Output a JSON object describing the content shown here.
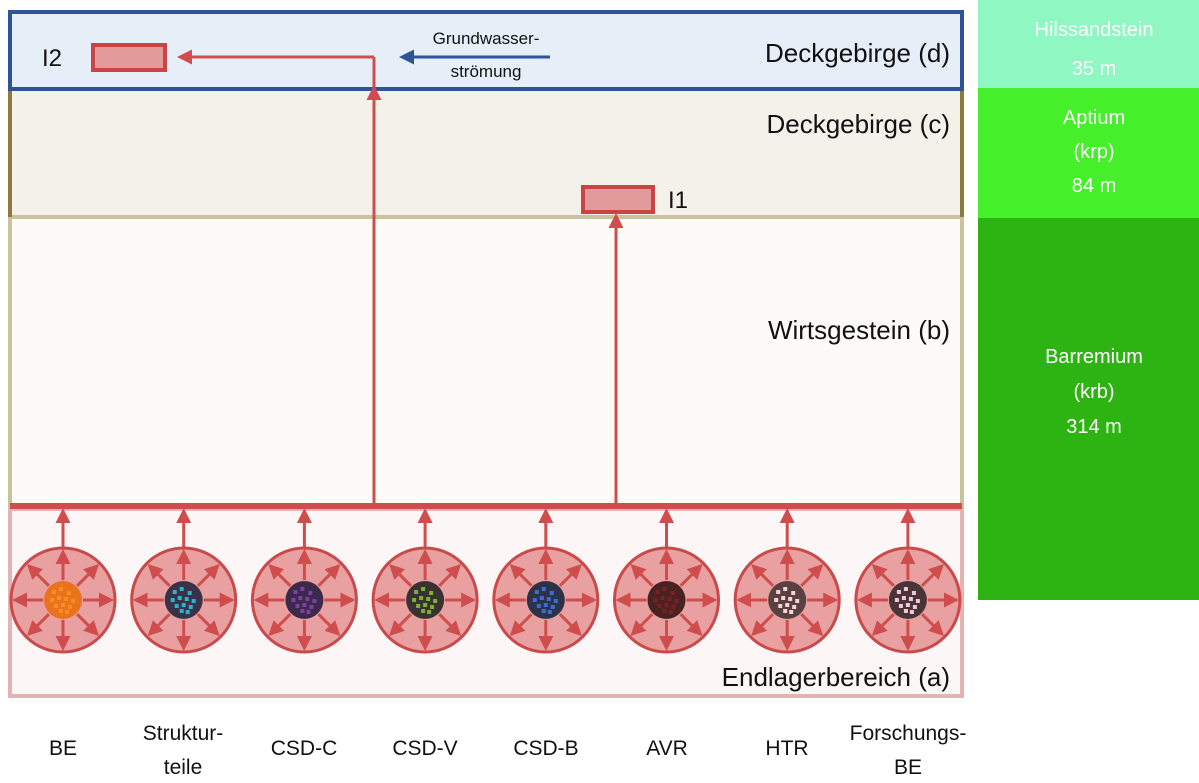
{
  "layers": {
    "d": "Deckgebirge (d)",
    "c": "Deckgebirge (c)",
    "b": "Wirtsgestein (b)",
    "a": "Endlagerbereich (a)"
  },
  "groundwater": {
    "line1": "Grundwasser-",
    "line2": "strömung"
  },
  "markers": {
    "i1": "I1",
    "i2": "I2"
  },
  "strata": [
    {
      "name": "Hilssandstein",
      "code": "",
      "thickness": "35 m",
      "color": "#8ef7c2"
    },
    {
      "name": "Aptium",
      "code": "(krp)",
      "thickness": "84 m",
      "color": "#45f02a"
    },
    {
      "name": "Barremium",
      "code": "(krb)",
      "thickness": "314 m",
      "color": "#2db312"
    }
  ],
  "containers": [
    {
      "line1": "BE",
      "line2": "",
      "core_color": "#e8731f",
      "dot_color": "#ff8c1a"
    },
    {
      "line1": "Struktur-",
      "line2": "teile",
      "core_color": "#3a3248",
      "dot_color": "#2bb3c9"
    },
    {
      "line1": "CSD-C",
      "line2": "",
      "core_color": "#3d2a4a",
      "dot_color": "#7a3fa8"
    },
    {
      "line1": "CSD-V",
      "line2": "",
      "core_color": "#3a3230",
      "dot_color": "#7ab035"
    },
    {
      "line1": "CSD-B",
      "line2": "",
      "core_color": "#2c3348",
      "dot_color": "#3a6ed4"
    },
    {
      "line1": "AVR",
      "line2": "",
      "core_color": "#4a2222",
      "dot_color": "#7a2020"
    },
    {
      "line1": "HTR",
      "line2": "",
      "core_color": "#5a4040",
      "dot_color": "#f2d6d6"
    },
    {
      "line1": "Forschungs-",
      "line2": "BE",
      "core_color": "#4a3438",
      "dot_color": "#f0c8dc"
    }
  ],
  "colors": {
    "arrow": "#d04d4d",
    "layer_d_fill": "#e6eef8",
    "layer_d_border": "#2f5496",
    "layer_c_fill": "#f4f1ea",
    "layer_c_border": "#8c7a3e",
    "layer_b_fill": "#fcfbf8",
    "layer_b_border": "#c9c29c",
    "layer_a_fill": "#fdf6f6",
    "layer_a_border": "#e6b3b3"
  }
}
